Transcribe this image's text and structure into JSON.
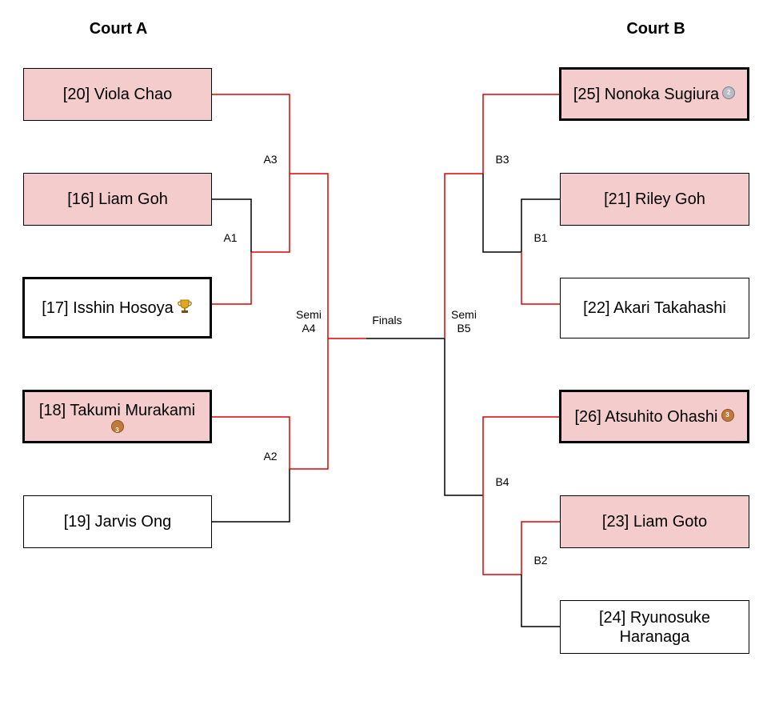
{
  "courts": {
    "a": "Court A",
    "b": "Court B"
  },
  "players": {
    "p20": "[20] Viola Chao",
    "p16": "[16] Liam Goh",
    "p17": "[17] Isshin Hosoya",
    "p18": "[18] Takumi Murakami",
    "p19": "[19] Jarvis Ong",
    "p25": "[25] Nonoka Sugiura",
    "p21": "[21] Riley Goh",
    "p22": "[22] Akari Takahashi",
    "p26": "[26] Atsuhito Ohashi",
    "p23": "[23] Liam Goto",
    "p24_line1": "[24] Ryunosuke",
    "p24_line2": "Haranaga"
  },
  "matches": {
    "a1": "A1",
    "a2": "A2",
    "a3": "A3",
    "semi_word": "Semi",
    "a4": "A4",
    "b1": "B1",
    "b2": "B2",
    "b3": "B3",
    "b4": "B4",
    "b5": "B5",
    "finals": "Finals"
  },
  "awards": {
    "champion": "trophy-icon",
    "silver": "silver-medal-icon",
    "bronze": "bronze-medal-icon"
  },
  "colors": {
    "winner_path": "#dd0000",
    "loser_path": "#000000",
    "highlight_fill": "#f4cccc"
  }
}
